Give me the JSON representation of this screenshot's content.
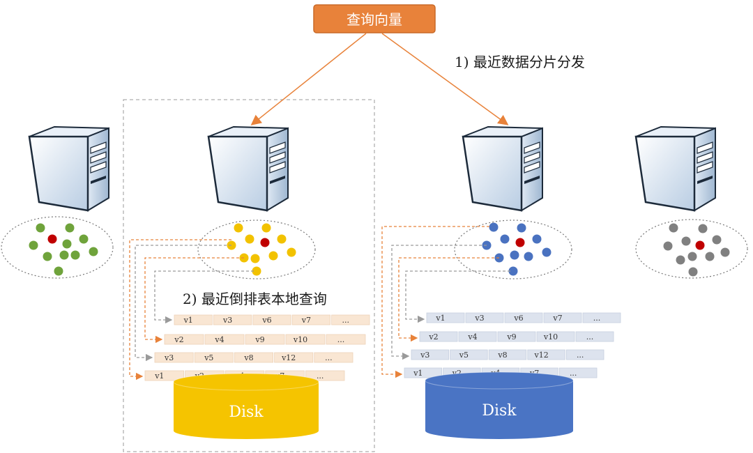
{
  "query": {
    "label": "查询向量",
    "color": "#E8823A"
  },
  "labels": {
    "step1": "1) 最近数据分片分发",
    "step2": "2) 最近倒排表本地查询"
  },
  "nodes": [
    {
      "id": "node-1",
      "dot_color": "#6FA33B"
    },
    {
      "id": "node-2",
      "dot_color": "#F2C200"
    },
    {
      "id": "node-3",
      "dot_color": "#4A72C0"
    },
    {
      "id": "node-4",
      "dot_color": "#808080"
    }
  ],
  "center_dot_color": "#C00000",
  "disks": [
    {
      "label": "Disk",
      "color": "#F5C400",
      "lists": [
        [
          "v1",
          "v3",
          "v6",
          "v7",
          "..."
        ],
        [
          "v2",
          "v4",
          "v9",
          "v10",
          "..."
        ],
        [
          "v3",
          "v5",
          "v8",
          "v12",
          "..."
        ],
        [
          "v1",
          "v2",
          "v4",
          "v7",
          "..."
        ]
      ]
    },
    {
      "label": "Disk",
      "color": "#4A74C4",
      "lists": [
        [
          "v1",
          "v3",
          "v6",
          "v7",
          "..."
        ],
        [
          "v2",
          "v4",
          "v9",
          "v10",
          "..."
        ],
        [
          "v3",
          "v5",
          "v8",
          "v12",
          "..."
        ],
        [
          "v1",
          "v2",
          "v4",
          "v7",
          "..."
        ]
      ]
    }
  ]
}
